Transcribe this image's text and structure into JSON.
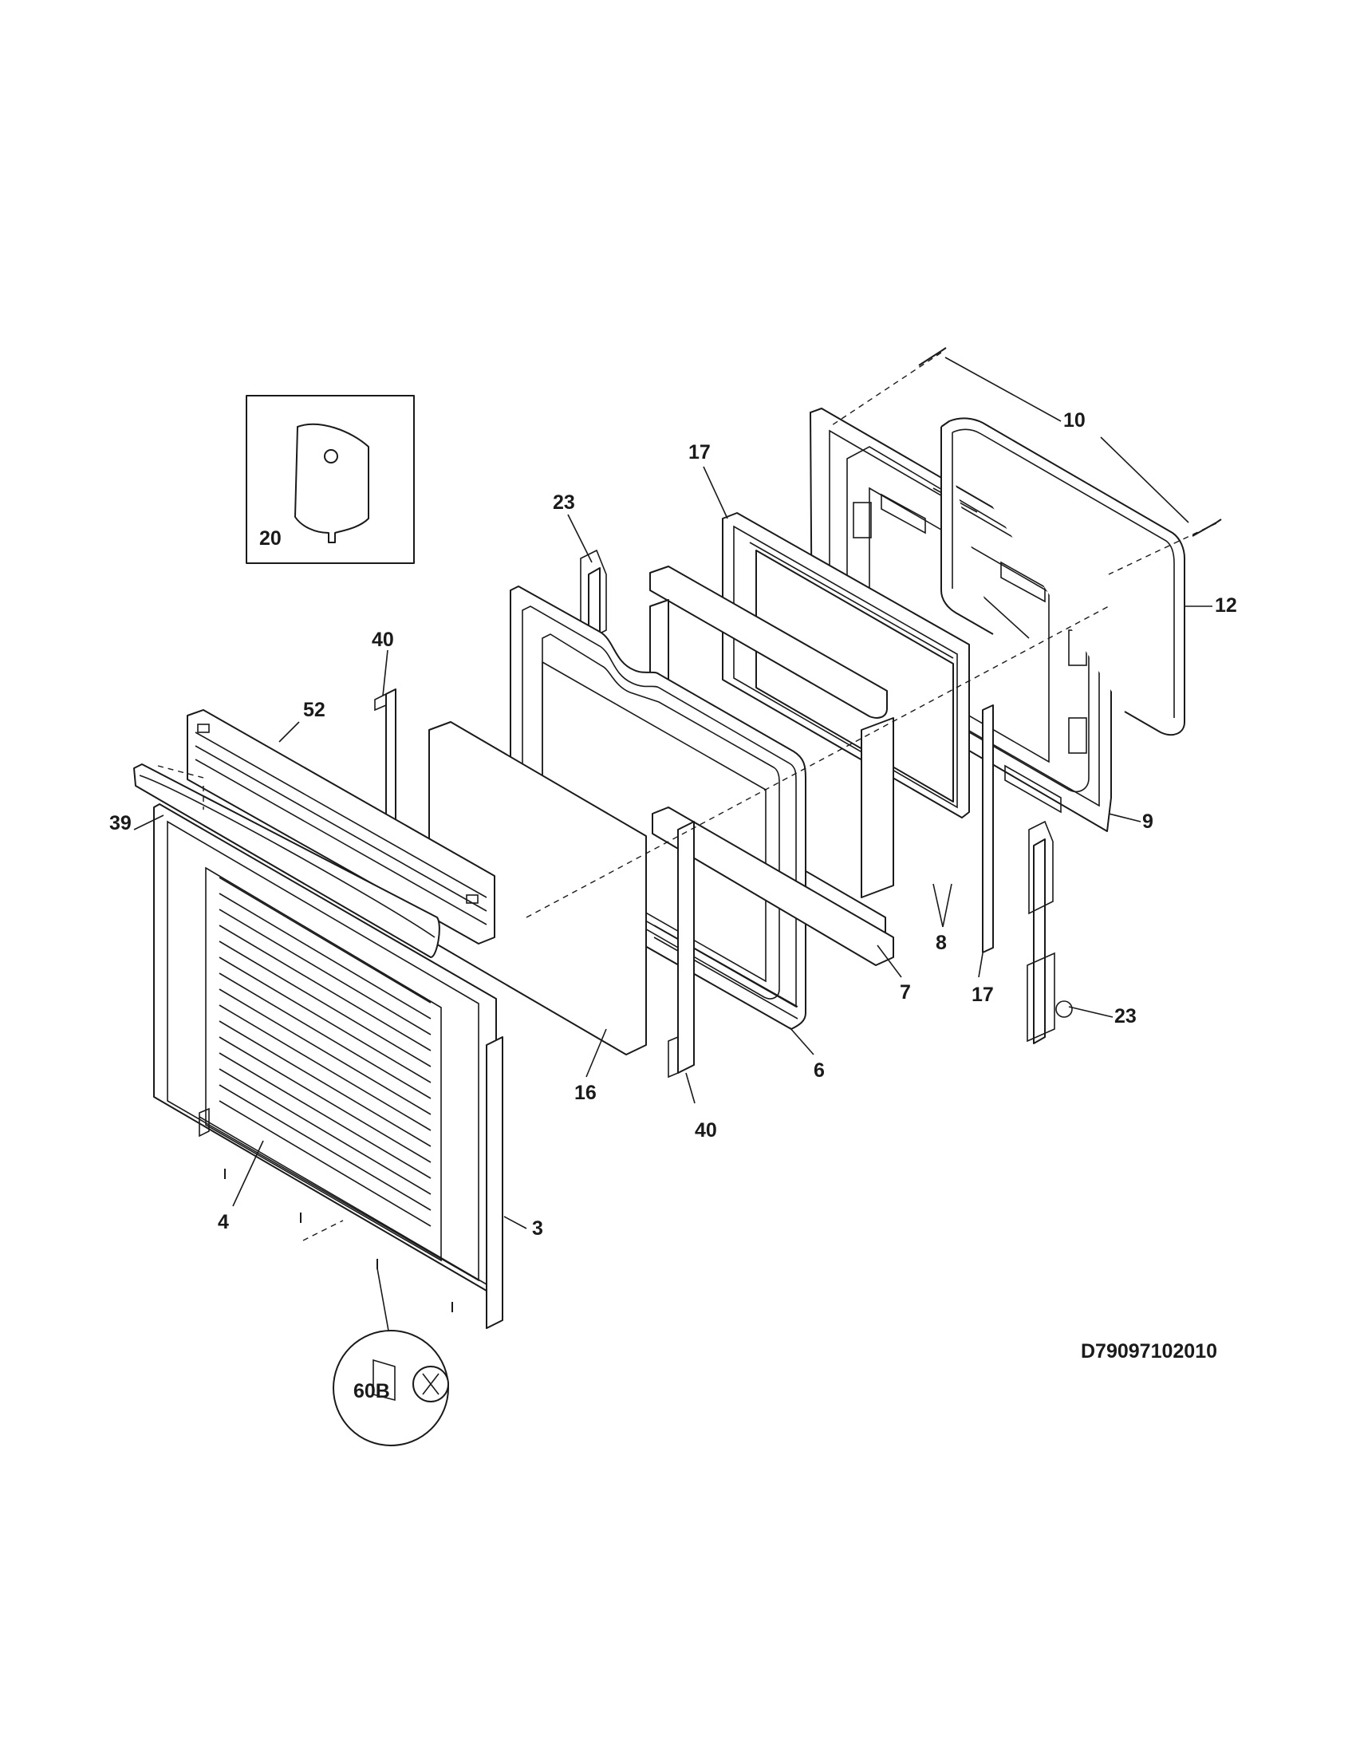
{
  "callouts": {
    "c10": "10",
    "c12": "12",
    "c9": "9",
    "c17_top": "17",
    "c17_bottom": "17",
    "c23_top": "23",
    "c23_bottom": "23",
    "c20": "20",
    "c40_top": "40",
    "c40_bottom": "40",
    "c52": "52",
    "c39": "39",
    "c8": "8",
    "c7": "7",
    "c6": "6",
    "c16": "16",
    "c4": "4",
    "c3": "3",
    "c60b": "60B"
  },
  "drawing_code": "D79097102010",
  "colors": {
    "ink": "#1a1a1a",
    "paper": "#ffffff"
  }
}
